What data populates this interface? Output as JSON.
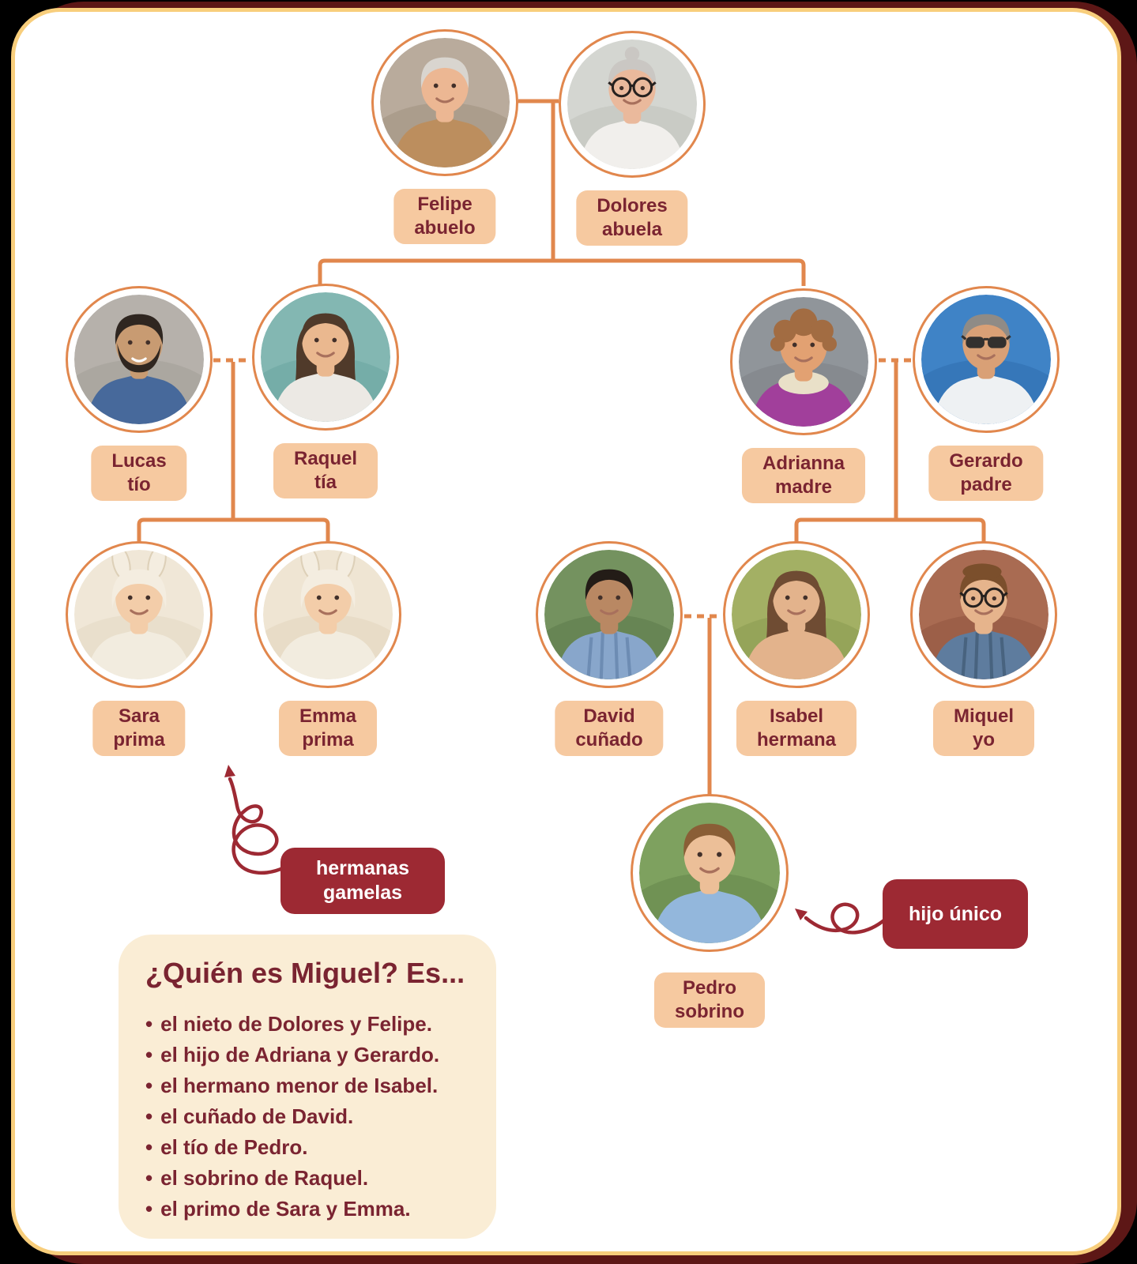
{
  "page": {
    "background_color": "#000000",
    "shadow_color": "#5D1716",
    "card_color": "#FFFFFF",
    "card_border_color": "#F8CE7C"
  },
  "colors": {
    "line_orange": "#E1874D",
    "label_bg": "#F6C9A0",
    "label_text": "#7A2431",
    "annotation_bg": "#9D2933",
    "annotation_text": "#FFFFFF",
    "question_bg": "#FAEDD5"
  },
  "people": [
    {
      "id": "felipe",
      "name": "Felipe",
      "relation": "abuelo",
      "photo": "elderly-man-gray-hair-tan-jacket",
      "avatar": {
        "bg": "#b9ab9c",
        "bg2": "#a09180",
        "skin": "#ecb793",
        "hair": "#d9d5cf",
        "shirt": "#bc8e5e",
        "hairStyle": "short"
      }
    },
    {
      "id": "dolores",
      "name": "Dolores",
      "relation": "abuela",
      "photo": "elderly-woman-gray-bun-black-glasses",
      "avatar": {
        "bg": "#d4d6d1",
        "bg2": "#bfc2bc",
        "skin": "#eab99c",
        "hair": "#cac7c3",
        "shirt": "#f1efec",
        "hairStyle": "bun",
        "eyewear": "glasses"
      }
    },
    {
      "id": "lucas",
      "name": "Lucas",
      "relation": "tío",
      "photo": "young-man-dark-hair-beard-blue-shirt",
      "avatar": {
        "bg": "#b6b1ab",
        "bg2": "#a39e98",
        "skin": "#c89b72",
        "hair": "#2f2620",
        "shirt": "#47699b",
        "hairStyle": "short",
        "facial": "beard"
      }
    },
    {
      "id": "raquel",
      "name": "Raquel",
      "relation": "tía",
      "photo": "young-woman-long-brown-hair-white-blazer",
      "avatar": {
        "bg": "#83b7b2",
        "bg2": "#6aa5a0",
        "skin": "#eab88f",
        "hair": "#503a2a",
        "shirt": "#ece9e4",
        "hairStyle": "long"
      }
    },
    {
      "id": "adrianna",
      "name": "Adrianna",
      "relation": "madre",
      "photo": "woman-curly-hair-purple-top-scarf",
      "avatar": {
        "bg": "#90959a",
        "bg2": "#7d8287",
        "skin": "#e2a172",
        "hair": "#a26c42",
        "shirt": "#a13f9b",
        "hairStyle": "curly",
        "scarf": true,
        "scarfColor": "#e9e0c8"
      }
    },
    {
      "id": "gerardo",
      "name": "Gerardo",
      "relation": "padre",
      "photo": "man-gray-hair-sunglasses-white-polo",
      "avatar": {
        "bg": "#3f83c6",
        "bg2": "#2f6eae",
        "skin": "#d9a076",
        "hair": "#8f8b86",
        "shirt": "#eef1f3",
        "hairStyle": "short",
        "eyewear": "sunglasses"
      }
    },
    {
      "id": "sara",
      "name": "Sara",
      "relation": "prima",
      "photo": "baby-white-bunny-hat",
      "avatar": {
        "bg": "#f0e7d7",
        "bg2": "#e4d8c2",
        "skin": "#f3cda9",
        "hair": "#6b4a2f",
        "shirt": "#f2ecdf",
        "hairStyle": "baby",
        "hat": "bunny"
      }
    },
    {
      "id": "emma",
      "name": "Emma",
      "relation": "prima",
      "photo": "baby-white-bunny-hat",
      "avatar": {
        "bg": "#efe5d3",
        "bg2": "#e2d5bd",
        "skin": "#f3cda9",
        "hair": "#6b4a2f",
        "shirt": "#f2ecdf",
        "hairStyle": "baby",
        "hat": "bunny"
      }
    },
    {
      "id": "david",
      "name": "David",
      "relation": "cuñado",
      "photo": "laughing-man-striped-blue-shirt",
      "avatar": {
        "bg": "#74925f",
        "bg2": "#5c7a4a",
        "skin": "#b98863",
        "hair": "#231c17",
        "shirt": "#88a6cb",
        "shirt2": "#6d8cb3",
        "shirtStyle": "stripes",
        "hairStyle": "short"
      }
    },
    {
      "id": "isabel",
      "name": "Isabel",
      "relation": "hermana",
      "photo": "young-woman-long-hair-green-bokeh",
      "avatar": {
        "bg": "#a3b064",
        "bg2": "#8a9a50",
        "skin": "#e3b38c",
        "hair": "#6f4c33",
        "shirt": "#e3b38c",
        "hairStyle": "long"
      }
    },
    {
      "id": "miquel",
      "name": "Miquel",
      "relation": "yo",
      "photo": "teen-glasses-quiff-plaid-shirt-brick-wall",
      "avatar": {
        "bg": "#a96b52",
        "bg2": "#91563f",
        "skin": "#e6b48c",
        "hair": "#7b4f2c",
        "shirt": "#5e7c9e",
        "shirt2": "#48637f",
        "shirtStyle": "stripes",
        "hairStyle": "quiff",
        "eyewear": "glasses"
      }
    },
    {
      "id": "pedro",
      "name": "Pedro",
      "relation": "sobrino",
      "photo": "boy-denim-shirt-park",
      "avatar": {
        "bg": "#7ea15f",
        "bg2": "#65874a",
        "skin": "#ecbf98",
        "hair": "#8a5e36",
        "shirt": "#93b7dc",
        "hairStyle": "short"
      }
    }
  ],
  "annotations": {
    "twins": {
      "line1": "hermanas",
      "line2": "gamelas"
    },
    "only_child": {
      "text": "hijo único"
    }
  },
  "question_box": {
    "title": "¿Quién es Miguel? Es...",
    "bullet_char": "•",
    "bullets": [
      "el nieto de Dolores y Felipe.",
      "el hijo de Adriana y Gerardo.",
      "el hermano menor de Isabel.",
      "el cuñado de David.",
      "el tío de Pedro.",
      "el sobrino de Raquel.",
      "el primo de Sara y Emma."
    ]
  }
}
